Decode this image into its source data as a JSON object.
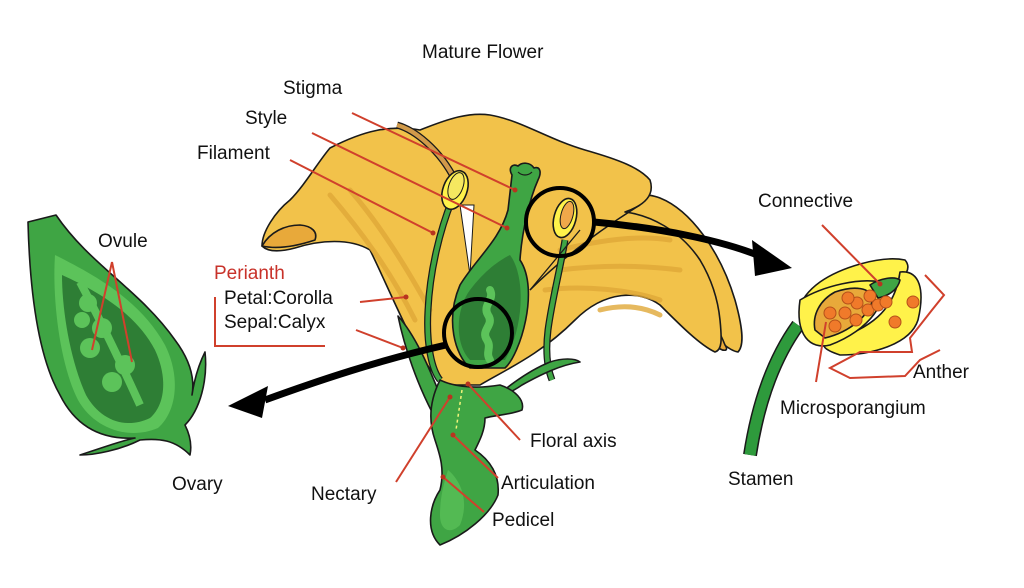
{
  "title": "Mature Flower",
  "colors": {
    "petal": "#f2c24a",
    "petal_shade": "#e8a93a",
    "petal_inner": "#e6b13c",
    "green": "#3fa544",
    "green_light": "#5cc35a",
    "green_dark": "#2e7e35",
    "anther_yellow": "#fff24a",
    "pollen": "#f07a2a",
    "leader": "#d0402c",
    "perianth_label": "#c8322a",
    "arrow": "#000000"
  },
  "labels": {
    "stigma": "Stigma",
    "style": "Style",
    "filament": "Filament",
    "perianth": "Perianth",
    "petal_corolla": "Petal:Corolla",
    "sepal_calyx": "Sepal:Calyx",
    "ovule": "Ovule",
    "ovary": "Ovary",
    "nectary": "Nectary",
    "floral_axis": "Floral axis",
    "articulation": "Articulation",
    "pedicel": "Pedicel",
    "connective": "Connective",
    "anther": "Anther",
    "microsporangium": "Microsporangium",
    "stamen": "Stamen"
  }
}
